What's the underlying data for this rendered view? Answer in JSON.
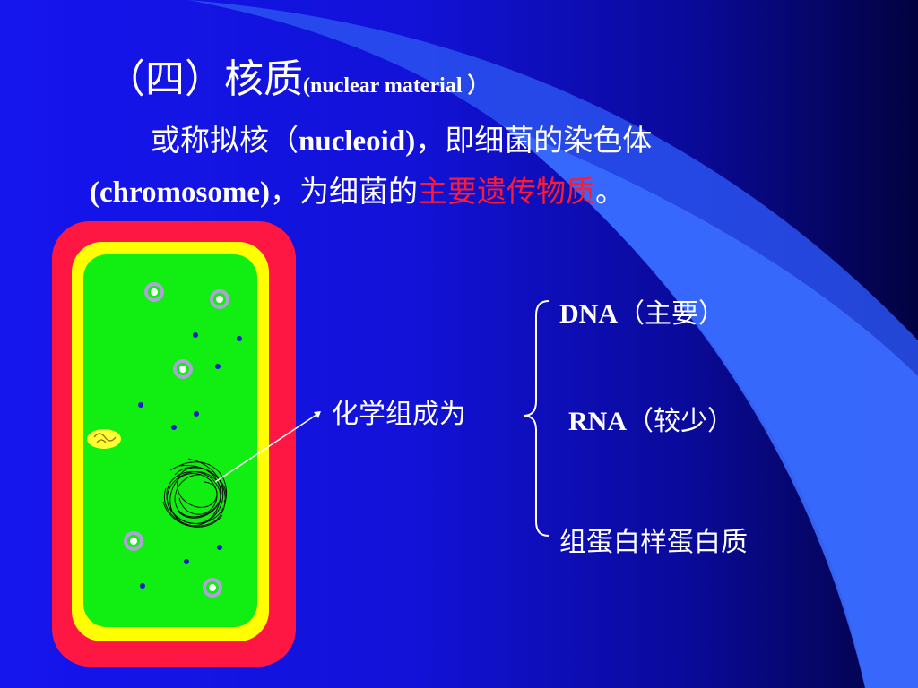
{
  "title": {
    "main": "（四）核质",
    "english": "(nuclear material ）"
  },
  "definition": {
    "line1_prefix": "或称拟核（",
    "line1_term": "nucleoid)",
    "line1_suffix": "，即细菌的染色体",
    "line2_term": "(chromosome)",
    "line2_text": "，为细菌的",
    "line2_highlight": "主要遗传物质",
    "line2_end": "。"
  },
  "composition": {
    "label": "化学组成为",
    "items": [
      {
        "latin": "DNA",
        "zh": "（主要）"
      },
      {
        "latin": "RNA",
        "zh": "（较少）"
      },
      {
        "latin": "",
        "zh": "组蛋白样蛋白质"
      }
    ]
  },
  "colors": {
    "background": "#1212d8",
    "cell_wall": "#ff1744",
    "cell_membrane": "#ffff00",
    "cytoplasm": "#11ee11",
    "highlight_text": "#ff1a33",
    "accent_band": "#3366ff"
  },
  "diagram": {
    "cell_parts": [
      "cell-wall",
      "cell-membrane",
      "cytoplasm",
      "ribosomes",
      "granules",
      "plasmid",
      "nucleoid"
    ]
  }
}
